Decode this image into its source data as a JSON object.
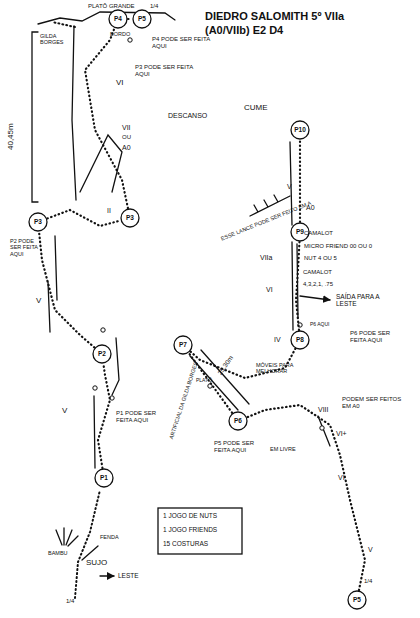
{
  "diagram": {
    "title": "DIEDRO SALOMITH 5º VIIa (A0/VIIb) E2 D4",
    "nodes": [
      {
        "text": [
          "P1"
        ]
      },
      {
        "text": [
          "P2"
        ]
      },
      {
        "text": [
          "P3"
        ]
      },
      {
        "text": [
          "P3"
        ]
      },
      {
        "text": [
          "P4"
        ]
      },
      {
        "text": [
          "P5"
        ]
      },
      {
        "text": [
          "P5"
        ]
      },
      {
        "text": [
          "P6"
        ]
      },
      {
        "text": [
          "P7"
        ]
      },
      {
        "text": [
          "P8"
        ]
      },
      {
        "text": [
          "P9"
        ]
      },
      {
        "text": [
          "P10"
        ]
      }
    ],
    "edges": [
      {
        "from": 0,
        "to": 1,
        "arrow": "none"
      },
      {
        "from": 1,
        "to": 2,
        "arrow": "none"
      },
      {
        "from": 2,
        "to": 3,
        "arrow": "none"
      },
      {
        "from": 3,
        "to": 4,
        "arrow": "none"
      },
      {
        "from": 4,
        "to": 5,
        "arrow": "none"
      },
      {
        "from": 6,
        "to": 7,
        "arrow": "none"
      },
      {
        "from": 7,
        "to": 8,
        "arrow": "none"
      },
      {
        "from": 8,
        "to": 9,
        "arrow": "none"
      },
      {
        "from": 9,
        "to": 10,
        "arrow": "none"
      },
      {
        "from": 10,
        "to": 11,
        "arrow": "none"
      }
    ],
    "labels": [
      "GILDA BORGES",
      "PLATÔ GRANDE",
      "1/4",
      "BORDO",
      "VI",
      "P4 PODE SER FEITA AQUI",
      "P3 PODE SER FEITA AQUI",
      "DESCANSO",
      "40,45m",
      "VII",
      "OU",
      "A0",
      "II",
      "P2 PODE SER FEITA AQUI",
      "V",
      "V",
      "P1 PODE SER FEITA AQUI",
      "FENDA",
      "BAMBU",
      "SUJO",
      "LESTE",
      "1/4",
      "1 JOGO DE NUTS",
      "1 JOGO FRIENDS",
      "15 COSTURAS",
      "CUME",
      "V",
      "A0",
      "ESSE LANCE PODE SER FEITO EM A",
      "VIIa",
      "CAMALOT",
      "MICRO FRIEND 00 OU 0",
      "NUT 4 OU 5",
      "VI",
      "CAMALOT",
      "4,3,2,1, .75",
      "SAÍDA PARA A LESTE",
      "IV",
      "P6 AQUI",
      "P6 PODE SER FEITA AQUI",
      "25,30m",
      "ARTIFICIAL DA GILDA BORGES",
      "PLATÔ",
      "MÓVEIS PARA MELHORAR",
      "P5 PODE SER FEITA AQUI",
      "EM LIVRE",
      "VIII",
      "VI+",
      "PODEM SER FEITOS EM A0",
      "VI",
      "V",
      "1/4"
    ]
  }
}
